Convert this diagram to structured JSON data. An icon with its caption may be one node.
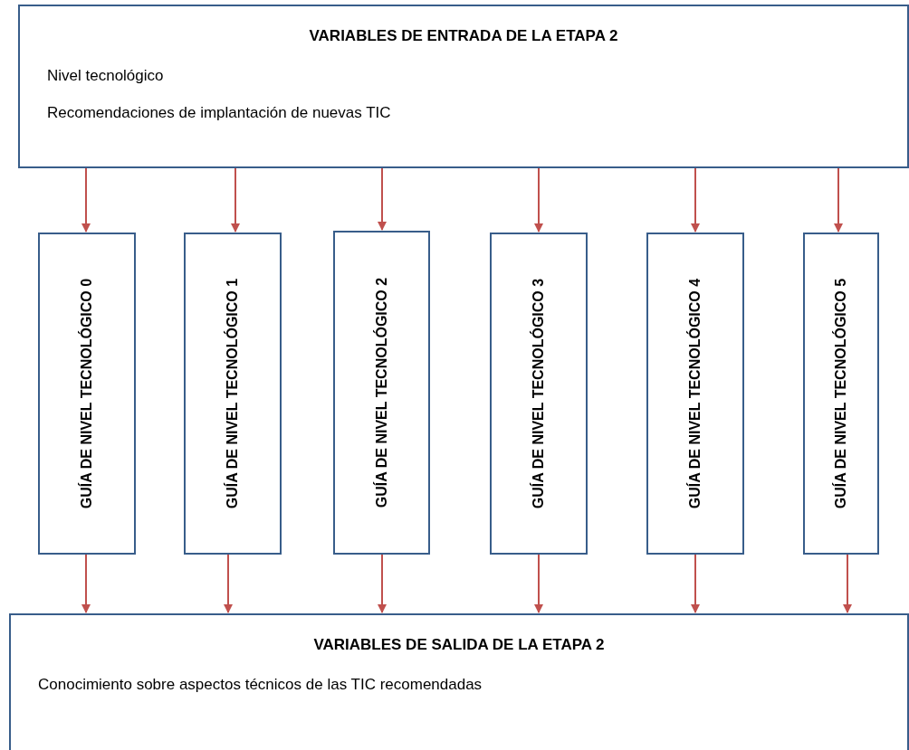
{
  "diagram": {
    "nodes": [
      {
        "text": [
          "VARIABLES DE ENTRADA DE LA ETAPA 2",
          "Nivel tecnológico",
          "Recomendaciones de implantación de nuevas TIC"
        ]
      },
      {
        "text": [
          "GUÍA DE NIVEL TECNOLÓGICO 0"
        ]
      },
      {
        "text": [
          "GUÍA DE NIVEL TECNOLÓGICO 1"
        ]
      },
      {
        "text": [
          "GUÍA DE NIVEL TECNOLÓGICO 2"
        ]
      },
      {
        "text": [
          "GUÍA DE NIVEL TECNOLÓGICO 3"
        ]
      },
      {
        "text": [
          "GUÍA DE NIVEL TECNOLÓGICO 4"
        ]
      },
      {
        "text": [
          "GUÍA DE NIVEL TECNOLÓGICO 5"
        ]
      },
      {
        "text": [
          "VARIABLES DE SALIDA DE LA ETAPA 2",
          "Conocimiento sobre aspectos técnicos de las TIC recomendadas"
        ]
      }
    ],
    "edges": [
      {
        "from": 0,
        "to": 1,
        "arrow": "to"
      },
      {
        "from": 0,
        "to": 2,
        "arrow": "to"
      },
      {
        "from": 0,
        "to": 3,
        "arrow": "to"
      },
      {
        "from": 0,
        "to": 4,
        "arrow": "to"
      },
      {
        "from": 0,
        "to": 5,
        "arrow": "to"
      },
      {
        "from": 0,
        "to": 6,
        "arrow": "to"
      },
      {
        "from": 1,
        "to": 7,
        "arrow": "to"
      },
      {
        "from": 2,
        "to": 7,
        "arrow": "to"
      },
      {
        "from": 3,
        "to": 7,
        "arrow": "to"
      },
      {
        "from": 4,
        "to": 7,
        "arrow": "to"
      },
      {
        "from": 5,
        "to": 7,
        "arrow": "to"
      },
      {
        "from": 6,
        "to": 7,
        "arrow": "to"
      }
    ]
  }
}
